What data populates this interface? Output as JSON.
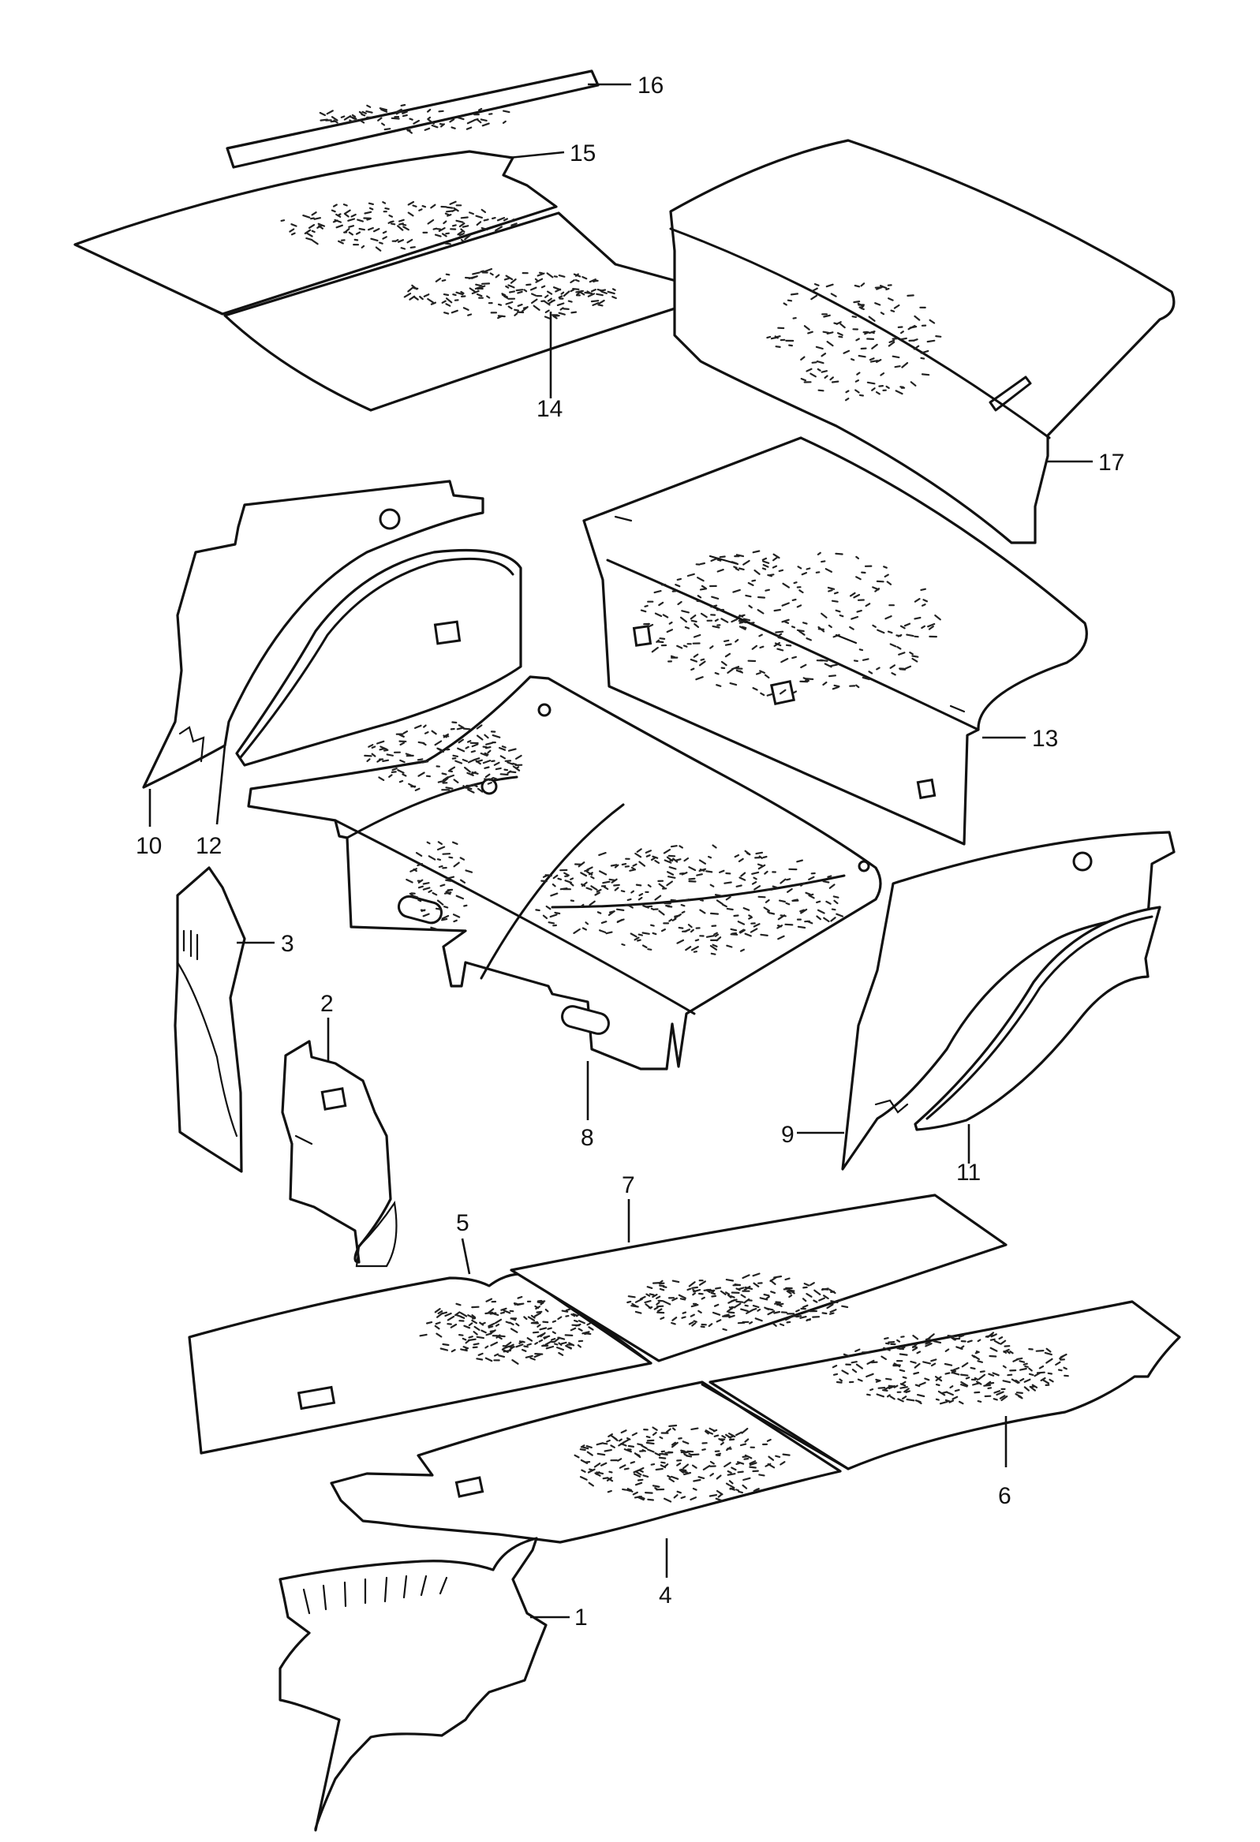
{
  "callouts": {
    "c1": "1",
    "c2": "2",
    "c3": "3",
    "c4": "4",
    "c5": "5",
    "c6": "6",
    "c7": "7",
    "c8": "8",
    "c9": "9",
    "c10": "10",
    "c11": "11",
    "c12": "12",
    "c13": "13",
    "c14": "14",
    "c15": "15",
    "c16": "16",
    "c17": "17"
  },
  "colors": {
    "ink": "#111111",
    "paper": "#ffffff"
  }
}
